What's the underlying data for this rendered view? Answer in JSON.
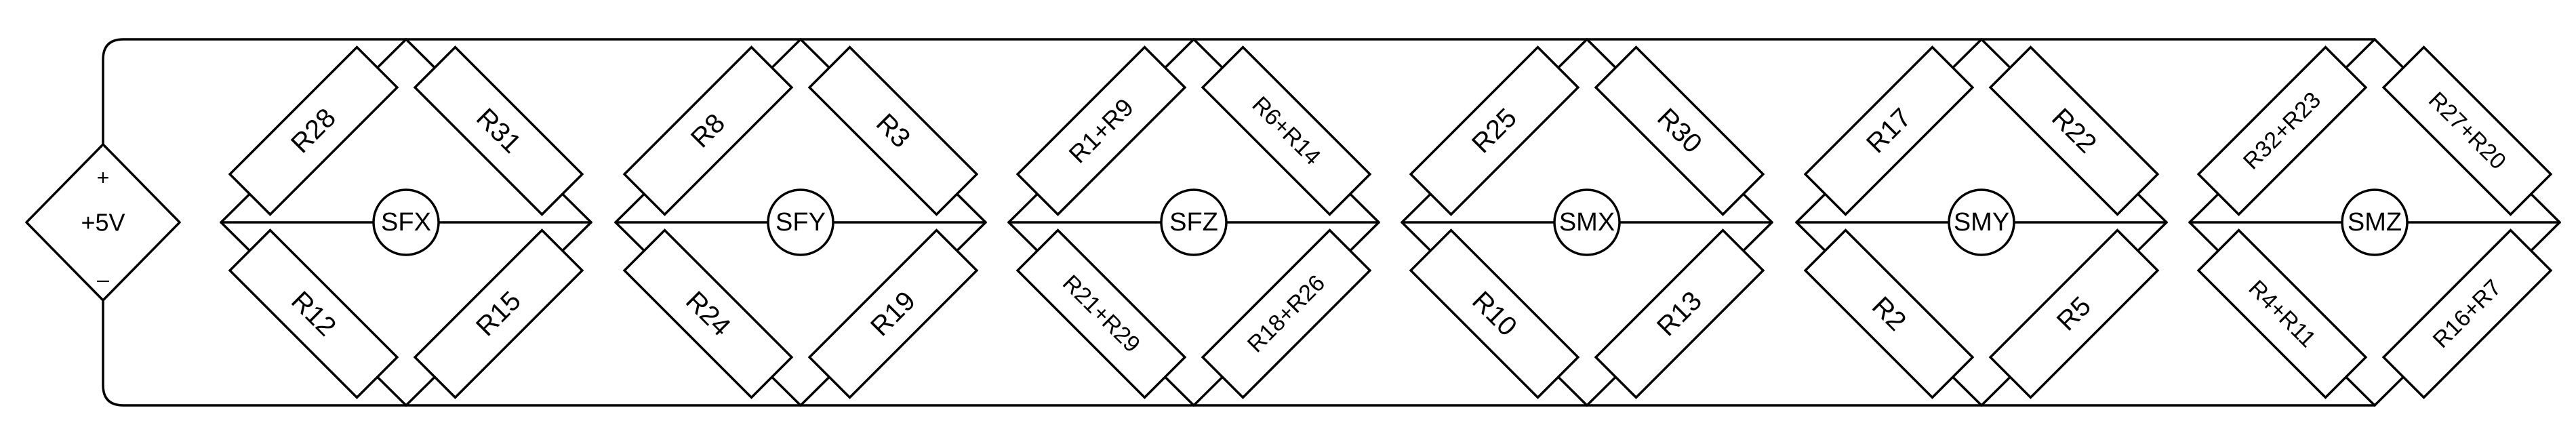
{
  "source": {
    "label": "+5V",
    "plus": "+",
    "minus": "–"
  },
  "bridges": [
    {
      "center": "SFX",
      "resistors": [
        "R28",
        "R31",
        "R12",
        "R15"
      ]
    },
    {
      "center": "SFY",
      "resistors": [
        "R8",
        "R3",
        "R24",
        "R19"
      ]
    },
    {
      "center": "SFZ",
      "resistors": [
        "R1+R9",
        "R6+R14",
        "R21+R29",
        "R18+R26"
      ]
    },
    {
      "center": "SMX",
      "resistors": [
        "R25",
        "R30",
        "R10",
        "R13"
      ]
    },
    {
      "center": "SMY",
      "resistors": [
        "R17",
        "R22",
        "R2",
        "R5"
      ]
    },
    {
      "center": "SMZ",
      "resistors": [
        "R32+R23",
        "R27+R20",
        "R4+R11",
        "R16+R7"
      ]
    }
  ]
}
